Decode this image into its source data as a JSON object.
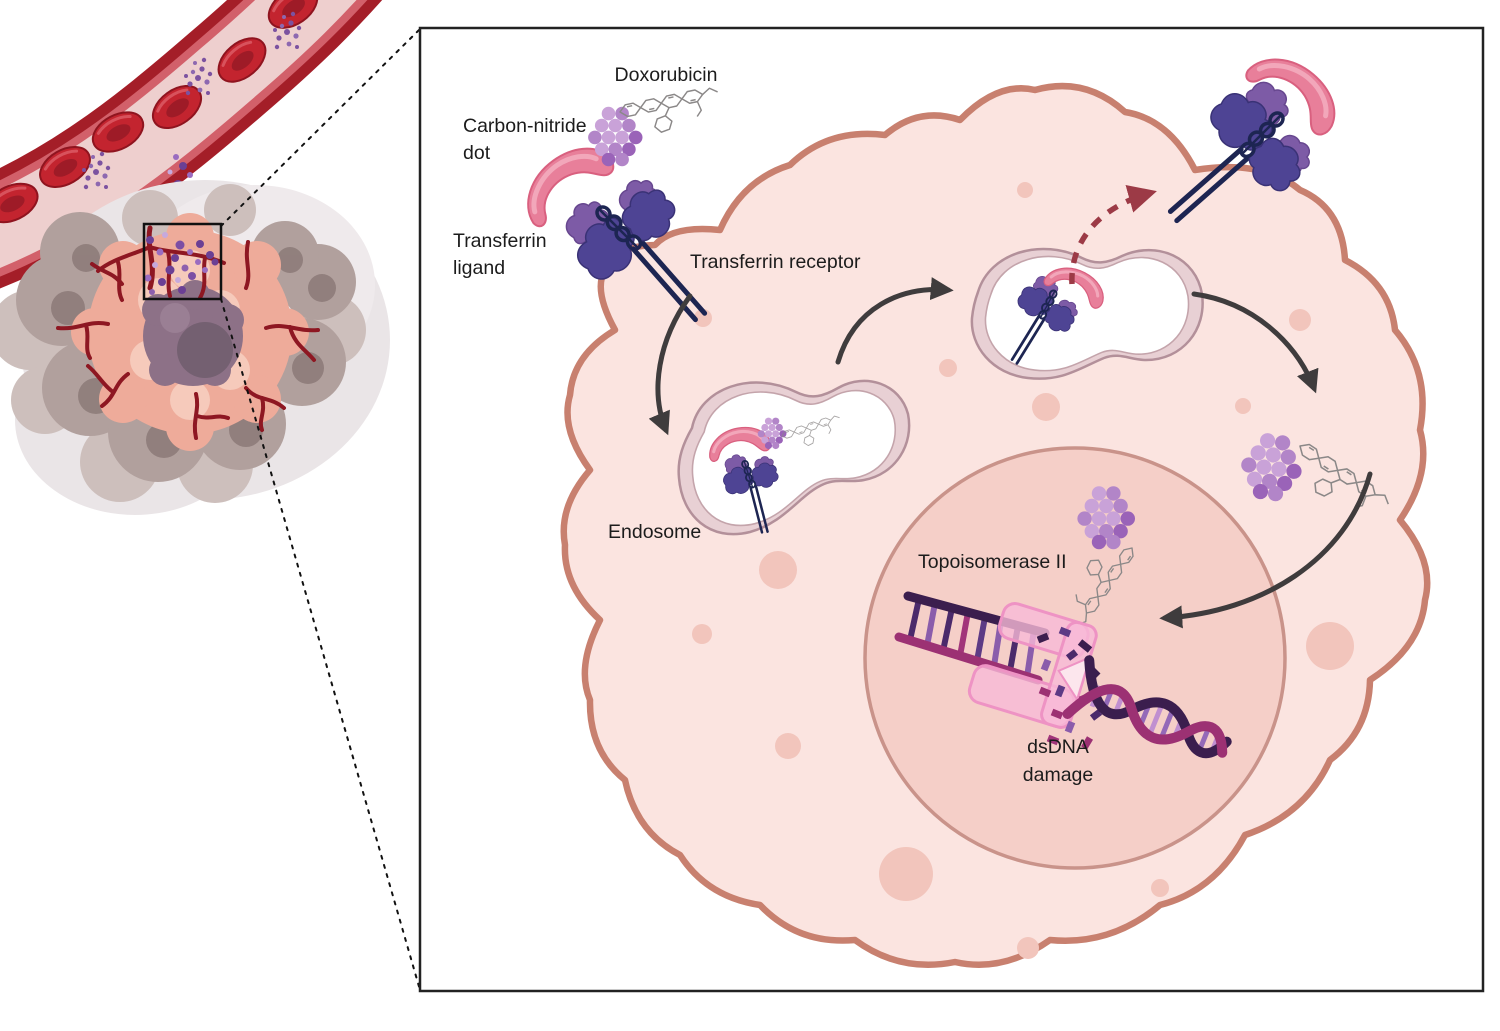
{
  "figure_labels": {
    "doxorubicin": "Doxorubicin",
    "carbon_nitride_line1": "Carbon-nitride",
    "carbon_nitride_line2": "dot",
    "transferrin_ligand_line1": "Transferrin",
    "transferrin_ligand_line2": "ligand",
    "transferrin_receptor": "Transferrin receptor",
    "endosome": "Endosome",
    "topoisomerase": "Topoisomerase II",
    "dsdna_line1": "dsDNA",
    "dsdna_line2": "damage"
  },
  "colors": {
    "cell_membrane": "#c8806f",
    "cytoplasm": "#fbe4e0",
    "nucleus_fill": "#f5cfc8",
    "nucleus_stroke": "#c9938a",
    "organelle_dot": "#f2c5bc",
    "vessel_dark_red": "#a41e28",
    "vessel_light_red": "#d2606a",
    "vessel_lumen": "#eecfce",
    "red_blood_cell": "#c3242f",
    "cdot_light": "#c9a2d8",
    "cdot_mid": "#b285c8",
    "cdot_dark": "#9a63b8",
    "receptor_dark_purple": "#4e4494",
    "receptor_light_purple": "#7d5ba6",
    "receptor_stalk_navy": "#1d2552",
    "transferrin_pink": "#e87f9a",
    "chemical_gray": "#8b8888",
    "dna_dark": "#3b1e4e",
    "dna_magenta": "#9c3173",
    "enzyme_pink": "#f7b9d7",
    "arrow_gray": "#3f3c3d",
    "recycle_arrow_red": "#9c3a46",
    "tumor_gray_cell": "#b1a09d",
    "tumor_core_pink": "#eeab9a"
  }
}
